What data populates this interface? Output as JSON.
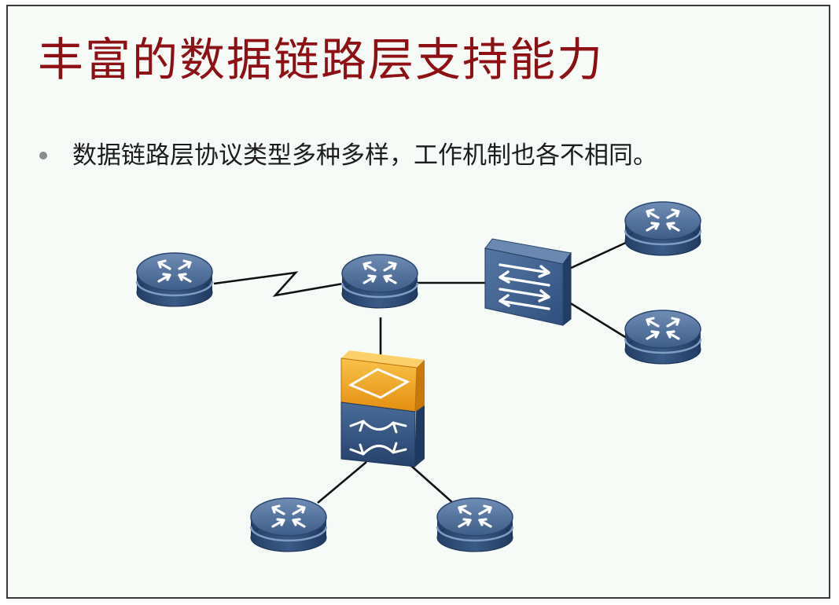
{
  "slide": {
    "title": "丰富的数据链路层支持能力",
    "bullets": [
      "数据链路层协议类型多种多样，工作机制也各不相同。"
    ]
  },
  "diagram": {
    "devices": [
      {
        "id": "router-left",
        "type": "router"
      },
      {
        "id": "router-center",
        "type": "router"
      },
      {
        "id": "switch",
        "type": "switch"
      },
      {
        "id": "router-top-right",
        "type": "router"
      },
      {
        "id": "router-mid-right",
        "type": "router"
      },
      {
        "id": "firewall",
        "type": "firewall-switch"
      },
      {
        "id": "router-bottom-left",
        "type": "router"
      },
      {
        "id": "router-bottom-right",
        "type": "router"
      }
    ],
    "links": [
      {
        "from": "router-left",
        "to": "router-center",
        "style": "serial-zigzag"
      },
      {
        "from": "router-center",
        "to": "switch",
        "style": "straight"
      },
      {
        "from": "switch",
        "to": "router-top-right",
        "style": "straight"
      },
      {
        "from": "switch",
        "to": "router-mid-right",
        "style": "straight"
      },
      {
        "from": "router-center",
        "to": "firewall",
        "style": "straight"
      },
      {
        "from": "firewall",
        "to": "router-bottom-left",
        "style": "straight"
      },
      {
        "from": "firewall",
        "to": "router-bottom-right",
        "style": "straight"
      }
    ],
    "colors": {
      "router_top": "#4f6d93",
      "router_body": "#2c4a73",
      "switch_face": "#3c5d8a",
      "firewall_top": "#f0a020",
      "firewall_bottom": "#2d4b78",
      "title": "#8e1015"
    }
  }
}
